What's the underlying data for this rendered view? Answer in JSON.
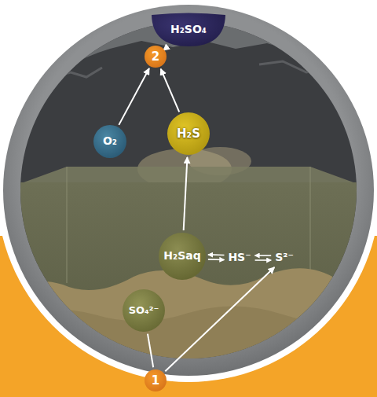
{
  "diagram": {
    "nodes": [
      {
        "text": [
          "H₂SO₄"
        ]
      },
      {
        "text": [
          "2"
        ]
      },
      {
        "text": [
          "O₂"
        ]
      },
      {
        "text": [
          "H₂S"
        ]
      },
      {
        "text": [
          "H₂Saq"
        ]
      },
      {
        "text": [
          "HS⁻"
        ]
      },
      {
        "text": [
          "S²⁻"
        ]
      },
      {
        "text": [
          "SO₄²⁻"
        ]
      },
      {
        "text": [
          "1"
        ]
      }
    ],
    "edges": [
      {
        "from": 1,
        "to": 0,
        "arrow": "to"
      },
      {
        "from": 2,
        "to": 1,
        "arrow": "to"
      },
      {
        "from": 3,
        "to": 1,
        "arrow": "to"
      },
      {
        "from": 4,
        "to": 3,
        "arrow": "to"
      },
      {
        "from": 4,
        "to": 5,
        "arrow": "both"
      },
      {
        "from": 5,
        "to": 6,
        "arrow": "both"
      },
      {
        "from": 8,
        "to": 6,
        "arrow": "to"
      },
      {
        "from": 7,
        "to": 8,
        "arrow": "none"
      }
    ]
  }
}
